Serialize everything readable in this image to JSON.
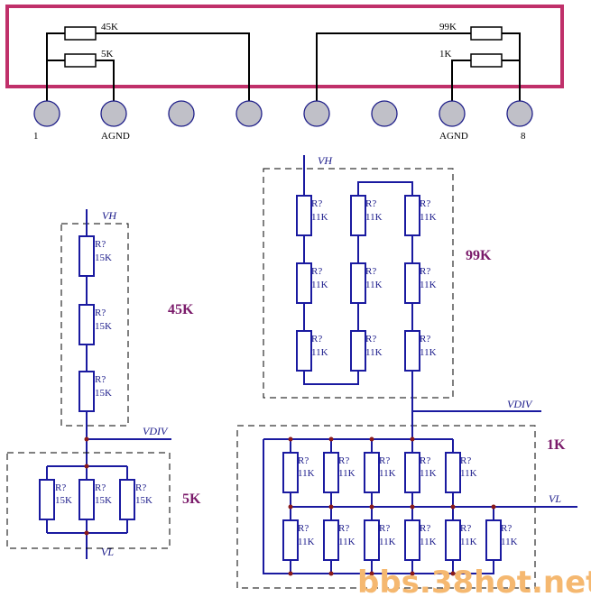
{
  "top_board": {
    "pins": [
      {
        "label": "1"
      },
      {
        "label": "AGND"
      },
      {
        "label": ""
      },
      {
        "label": ""
      },
      {
        "label": ""
      },
      {
        "label": ""
      },
      {
        "label": "AGND"
      },
      {
        "label": "8"
      }
    ],
    "resistors": {
      "r_45k": "45K",
      "r_5k": "5K",
      "r_99k": "99K",
      "r_1k": "1K"
    },
    "highlight_color": "#c0306a"
  },
  "labels": {
    "vh": "VH",
    "vdiv": "VDIV",
    "vl": "VL",
    "ref": "R?",
    "val_15k": "15K",
    "val_11k": "11K"
  },
  "group_titles": {
    "g45k": "45K",
    "g5k": "5K",
    "g99k": "99K",
    "g1k": "1K"
  },
  "watermark": "bbs.38hot.net"
}
